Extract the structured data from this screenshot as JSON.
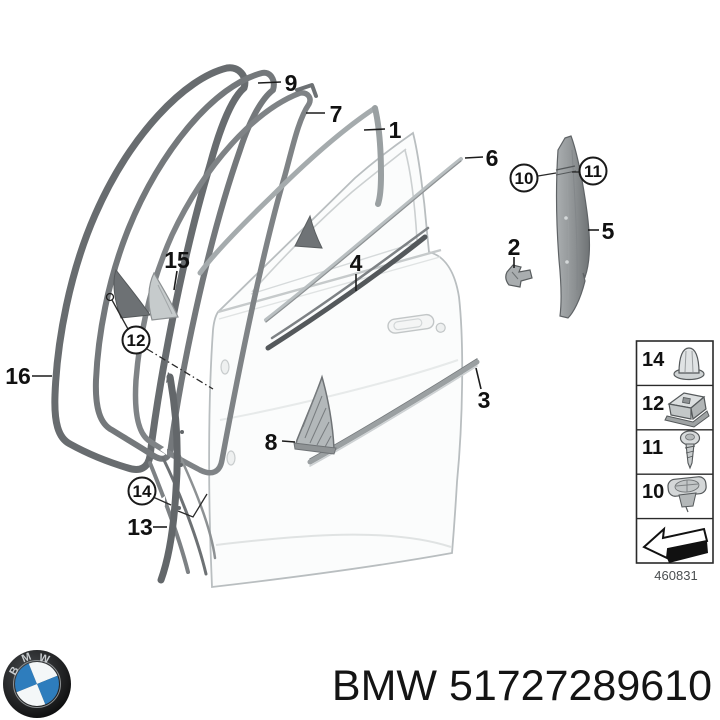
{
  "diagram": {
    "description": "BMW front door exploded parts diagram: door seals, window frame trims, B-pillar trim and fasteners",
    "callouts": {
      "p1": "1",
      "p2": "2",
      "p3": "3",
      "p4": "4",
      "p5": "5",
      "p6": "6",
      "p7": "7",
      "p8": "8",
      "p9": "9",
      "p10": "10",
      "p11": "11",
      "p12": "12",
      "p13": "13",
      "p14": "14",
      "p15": "15",
      "p16": "16"
    },
    "parts": {
      "door-panel": "front door panel",
      "seal-16": "outer door opening seal",
      "seal-9": "door gasket loop",
      "seal-7": "window guide seal",
      "seal-1": "window frame seal",
      "pillar-trim-5": "B-pillar finisher",
      "belt-strip-6": "outer belt moulding",
      "channel-strip-4": "window channel strip",
      "lower-strip-3": "lower door moulding",
      "mirror-triangle-8": "mirror triangle cover",
      "clip-strip-13": "edge protection strip",
      "clip-2": "bracket clip",
      "triangle-15": "frame corner cover"
    }
  },
  "legend": {
    "rows": [
      {
        "number": "14",
        "icon": "expanding-rivet-icon"
      },
      {
        "number": "12",
        "icon": "cage-clamp-icon"
      },
      {
        "number": "11",
        "icon": "self-tapping-screw-icon"
      },
      {
        "number": "10",
        "icon": "plastic-nut-icon"
      },
      {
        "number": "",
        "icon": "direction-arrow-icon"
      }
    ],
    "diagram_number": "460831"
  },
  "footer": {
    "text": "BMW 51727289610",
    "brand": "BMW",
    "part_number": "51727289610",
    "logo_letters": {
      "b": "B",
      "m": "M",
      "w": "W"
    }
  },
  "colors": {
    "seal_dark": "#686c6f",
    "seal_mid": "#74787b",
    "seal_light": "#9aa0a2",
    "door_fill": "#fbfcfc",
    "door_line": "#b9bec0",
    "pillar_gray": "#84888a",
    "logo_blue": "#2e7dbd",
    "text": "#141414"
  }
}
